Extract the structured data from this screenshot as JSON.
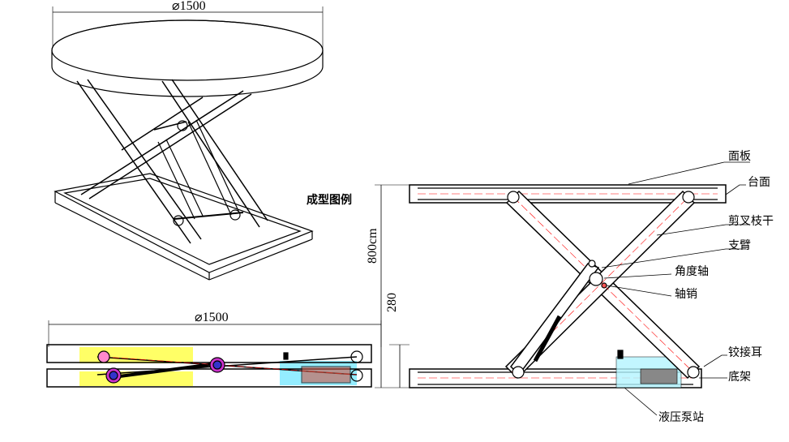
{
  "title_iso": "成型图例",
  "dimensions": {
    "top_diameter": "⌀1500",
    "side_diameter": "⌀1500",
    "max_height": "800cm",
    "min_height": "280"
  },
  "callouts": {
    "panel": "面板",
    "table_top": "台面",
    "scissor_arm": "剪叉枝干",
    "support_arm": "支臂",
    "angle_shaft": "角度轴",
    "shaft_pin": "轴销",
    "hinge_lug": "铰接耳",
    "base_frame": "底架",
    "hydraulic_pump": "液压泵站"
  },
  "colors": {
    "line": "#000000",
    "centerline": "#ff0000",
    "cyan": "#00e5ff",
    "yellow": "#ffff66",
    "magenta": "#cc33cc",
    "blue": "#3333cc"
  }
}
